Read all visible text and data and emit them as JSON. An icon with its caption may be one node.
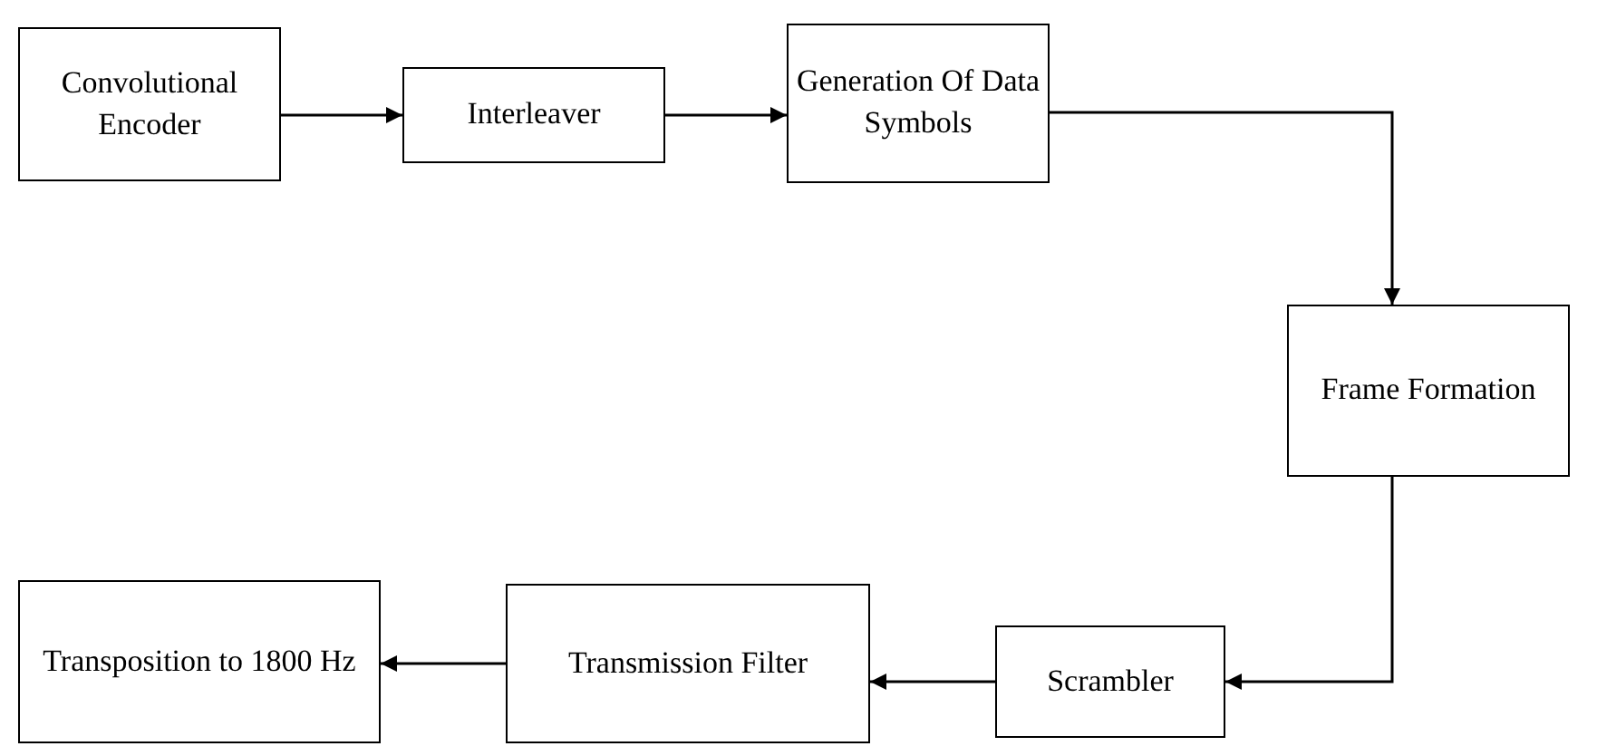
{
  "diagram": {
    "nodes": [
      {
        "text": [
          "Convolutional Encoder"
        ]
      },
      {
        "text": [
          "Interleaver"
        ]
      },
      {
        "text": [
          "Generation Of Data Symbols"
        ]
      },
      {
        "text": [
          "Frame Formation"
        ]
      },
      {
        "text": [
          "Scrambler"
        ]
      },
      {
        "text": [
          "Transmission Filter"
        ]
      },
      {
        "text": [
          "Transposition to 1800 Hz"
        ]
      }
    ],
    "edges": [
      {
        "from": 0,
        "to": 1,
        "arrow": "to"
      },
      {
        "from": 1,
        "to": 2,
        "arrow": "to"
      },
      {
        "from": 2,
        "to": 3,
        "arrow": "to"
      },
      {
        "from": 3,
        "to": 4,
        "arrow": "to"
      },
      {
        "from": 4,
        "to": 5,
        "arrow": "to"
      },
      {
        "from": 5,
        "to": 6,
        "arrow": "to"
      }
    ]
  }
}
